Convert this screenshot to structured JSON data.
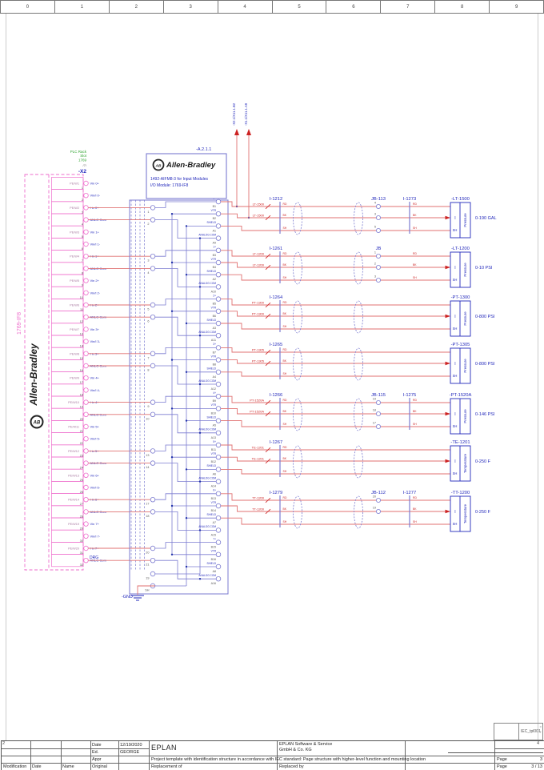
{
  "frame": {
    "columns": [
      "0",
      "1",
      "2",
      "3",
      "4",
      "5",
      "6",
      "7",
      "8",
      "9"
    ],
    "prev_page": "2",
    "next_page": "4",
    "plot_frame": "IEC_tpl001",
    "ref_marks": [
      "=",
      "+"
    ]
  },
  "titleblock": {
    "date_label": "Date",
    "date_value": "12/19/2020",
    "ed_label": "Ed.",
    "ed_value": "GEORGE",
    "appr_label": "Appr",
    "modification": "Modification",
    "date_col": "Date",
    "name_col": "Name",
    "original": "Original",
    "company_short": "EPLAN",
    "company_line1": "EPLAN Software & Service",
    "company_line2": "GmbH & Co. KG",
    "description": "Project template with identification structure in accordance with IEC standard: Page structure with higher-level function and mounting location",
    "replacement_of": "Replacement of",
    "replaced_by": "Replaced by",
    "page_label1": "Page",
    "page_value1": "3",
    "page_label2": "Page",
    "page_value2": "3 / 13"
  },
  "schematic": {
    "colors": {
      "wire": "#e07272",
      "ref_red": "#cc2222",
      "blue": "#2228bb",
      "blue_light": "#7b7bd0",
      "blue_dark": "#2233aa",
      "pink": "#ee6ecc",
      "pink_text": "#a878a0",
      "green": "#2ea32e",
      "gray": "#666666",
      "black": "#1a1a1a"
    },
    "header": {
      "tag": "-A.2.1.1",
      "logo": "AB",
      "brand": "Allen-Bradley",
      "line1": "1492-AIFM8-3 for Input Modules",
      "line2": "I/O Module:  1769-IF8"
    },
    "plc": {
      "rack_lines": [
        "PLC Rack",
        "Slot",
        "1769"
      ],
      "xref": "/7/",
      "tag": "-X2",
      "device_left": "1769-IF8",
      "brand_vertical": "Allen-Bradley",
      "logo": "AB",
      "gnd": "-GND",
      "drg": "DRG"
    },
    "risers": [
      {
        "label": "-X2.1/X11.1.B2"
      },
      {
        "label": "-X1.1/X11.1.A9"
      }
    ],
    "left_rows": [
      {
        "num": "1",
        "label": "Vin 0+",
        "wire": "PE/W1"
      },
      {
        "num": "2",
        "label": "Vin/I 0-"
      },
      {
        "num": "3",
        "label": "I in 0+",
        "wire": "PE/W2",
        "wired": true
      },
      {
        "num": "4",
        "label": "ANLG Com",
        "wired": true
      },
      {
        "num": "5",
        "label": "Vin 1+",
        "wire": "PE/W3"
      },
      {
        "num": "6",
        "label": "Vin/I 1-"
      },
      {
        "num": "7",
        "label": "I in 1+",
        "wire": "PE/W4",
        "wired": true
      },
      {
        "num": "8",
        "label": "ANLG Com",
        "wired": true
      },
      {
        "num": "9",
        "label": "Vin 2+",
        "wire": "PE/W5"
      },
      {
        "num": "10",
        "label": "Vin/I 2-"
      },
      {
        "num": "11",
        "label": "I in 2+",
        "wire": "PE/W6",
        "wired": true
      },
      {
        "num": "12",
        "label": "ANLG Com",
        "wired": true
      },
      {
        "num": "13",
        "label": "Vin 3+",
        "wire": "PE/W7"
      },
      {
        "num": "14",
        "label": "Vin/I 3-"
      },
      {
        "num": "15",
        "label": "I in 3+",
        "wire": "PE/W8",
        "wired": true
      },
      {
        "num": "16",
        "label": "ANLG Com",
        "wired": true
      },
      {
        "num": "17",
        "label": "Vin 4+",
        "wire": "PE/W9"
      },
      {
        "num": "18",
        "label": "Vin/I 4-"
      },
      {
        "num": "19",
        "label": "I in 4+",
        "wire": "PE/W10",
        "wired": true
      },
      {
        "num": "20",
        "label": "ANLG Com",
        "wired": true
      },
      {
        "num": "21",
        "label": "Vin 5+",
        "wire": "PE/W11"
      },
      {
        "num": "22",
        "label": "Vin/I 5-"
      },
      {
        "num": "23",
        "label": "I in 5+",
        "wire": "PE/W12",
        "wired": true
      },
      {
        "num": "24",
        "label": "ANLG Com",
        "wired": true
      },
      {
        "num": "25",
        "label": "Vin 6+",
        "wire": "PE/W13"
      },
      {
        "num": "26",
        "label": "Vin/I 6-"
      },
      {
        "num": "27",
        "label": "I in 6+",
        "wire": "PE/W14",
        "wired": true
      },
      {
        "num": "28",
        "label": "ANLG Com",
        "wired": true
      },
      {
        "num": "29",
        "label": "Vin 7+",
        "wire": "PE/W19"
      },
      {
        "num": "30",
        "label": "Vin/I 7-"
      },
      {
        "num": "31",
        "label": "I in 7+",
        "wire": "PE/W20",
        "wired": true
      },
      {
        "num": "32",
        "label": "ANLG Com",
        "wired": true
      }
    ],
    "module_left_terms": [
      "1",
      "2",
      "3",
      "4",
      "5",
      "6",
      "7",
      "8",
      "9",
      "10",
      "13",
      "14",
      "17",
      "18",
      "20",
      "21"
    ],
    "module_left_extra": [
      "19",
      "SH"
    ],
    "module_right_groups": [
      {
        "labels": [
          "0+",
          "VTR",
          "SHIELD",
          "ANALOG COM"
        ],
        "terms": [
          "B1",
          "B2",
          "A1",
          "A9"
        ]
      },
      {
        "labels": [
          "1+",
          "VTR",
          "SHIELD",
          "ANALOG COM"
        ],
        "terms": [
          "B3",
          "B4",
          "A2",
          "A10"
        ]
      },
      {
        "labels": [
          "2+",
          "VTR",
          "SHIELD",
          "ANALOG COM"
        ],
        "terms": [
          "B5",
          "B6",
          "A3",
          "A11"
        ]
      },
      {
        "labels": [
          "3+",
          "VTR",
          "SHIELD",
          "ANALOG COM"
        ],
        "terms": [
          "B7",
          "B8",
          "A4",
          "A12"
        ]
      },
      {
        "labels": [
          "4+",
          "VTR",
          "SHIELD",
          "ANALOG COM"
        ],
        "terms": [
          "B9",
          "B10",
          "A5",
          "A13"
        ]
      },
      {
        "labels": [
          "5+",
          "VTR",
          "SHIELD",
          "ANALOG COM"
        ],
        "terms": [
          "B11",
          "B12",
          "A6",
          "A14"
        ]
      },
      {
        "labels": [
          "6+",
          "VTR",
          "SHIELD",
          "ANALOG COM"
        ],
        "terms": [
          "B13",
          "B14",
          "A7",
          "A15"
        ]
      },
      {
        "labels": [
          "7+",
          "VTR",
          "SHIELD",
          "ANALOG COM"
        ],
        "terms": [
          "B15",
          "B16",
          "A8",
          "A16"
        ]
      }
    ],
    "circuits": [
      {
        "cable": "I-1212",
        "ref": "LT-1500",
        "colors": [
          "RD",
          "BK",
          "SH"
        ],
        "jb": {
          "name": "JB-113",
          "terms": [
            "4",
            "3",
            "5"
          ]
        },
        "cable2": "I-1273",
        "tag": "-LT-1500",
        "type": "Pressure",
        "range": "0-190 GAL",
        "term_i": "I",
        "term_sh": "SH"
      },
      {
        "cable": "I-1261",
        "ref": "LT-1200",
        "colors": [
          "RD",
          "BK",
          "SH"
        ],
        "jb": {
          "name": "JB",
          "terms": [
            "1",
            "2",
            "3"
          ]
        },
        "cable2": null,
        "tag": "-LT-1200",
        "type": "Pressure",
        "range": "0-10 PSI",
        "term_i": "I",
        "term_sh": "SH"
      },
      {
        "cable": "I-1264",
        "ref": "PT-1300",
        "colors": [
          "RD",
          "BK",
          "SH"
        ],
        "jb": null,
        "cable2": null,
        "tag": "-PT-1300",
        "type": "Pressure",
        "range": "0-800 PSI",
        "term_i": "I",
        "term_sh": "SH"
      },
      {
        "cable": "I-1265",
        "ref": "PT-1305",
        "colors": [
          "RD",
          "BK",
          "SH"
        ],
        "jb": null,
        "cable2": null,
        "tag": "-PT-1305",
        "type": "Pressure",
        "range": "0-800 PSI",
        "term_i": "I",
        "term_sh": "SH"
      },
      {
        "cable": "I-1266",
        "ref": "PT-1520A",
        "colors": [
          "RD",
          "BK",
          "SH"
        ],
        "jb": {
          "name": "JB-115",
          "terms": [
            "19",
            "18",
            "17"
          ]
        },
        "cable2": "I-1275",
        "tag": "-PT-1520A",
        "type": "Pressure",
        "range": "0-146 PSI",
        "term_i": "I",
        "term_sh": "SH"
      },
      {
        "cable": "I-1267",
        "ref": "TE-1201",
        "colors": [
          "RD",
          "BK",
          "SH"
        ],
        "jb": null,
        "cable2": null,
        "tag": "-TE-1201",
        "type": "Temperature",
        "range": "0-250 F",
        "term_i": "I",
        "term_sh": "SH"
      },
      {
        "cable": "I-1279",
        "ref": "TT-1200",
        "colors": [
          "RD",
          "BK",
          "SH"
        ],
        "jb": {
          "name": "JB-112",
          "terms": [
            "20",
            "19",
            ""
          ]
        },
        "cable2": "I-1277",
        "tag": "-TT-1200",
        "type": "Temperature",
        "range": "0-250 F",
        "term_i": "I",
        "term_sh": "SH"
      }
    ]
  }
}
